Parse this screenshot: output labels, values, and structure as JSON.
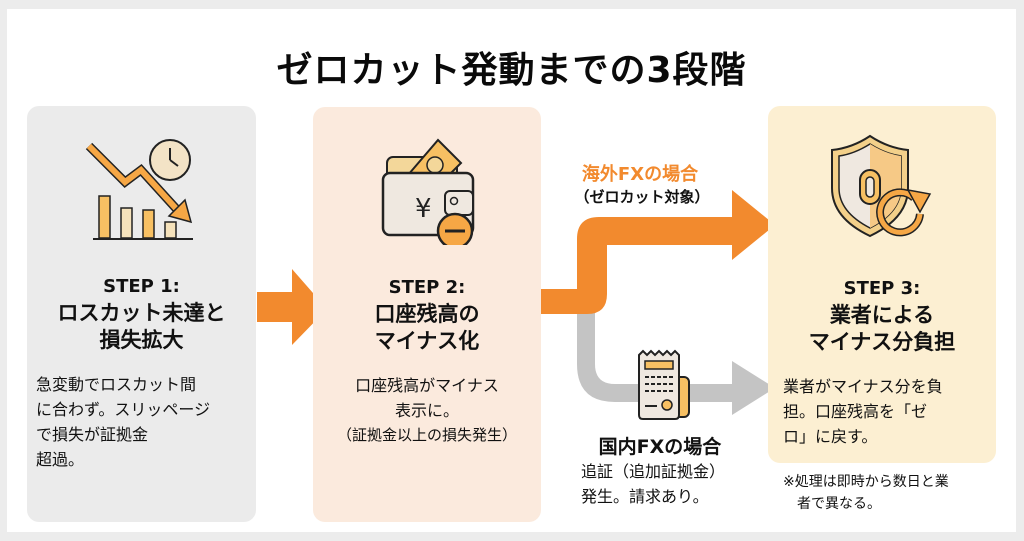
{
  "title": "ゼロカット発動までの3段階",
  "colors": {
    "accent_orange": "#f28a2e",
    "neutral_grey": "#c4c4c4",
    "card1_bg": "#ebebeb",
    "card2_bg": "#fbeadd",
    "card3_bg": "#fcefd2",
    "icon_fill": "#f7c063"
  },
  "steps": [
    {
      "label": "STEP 1:",
      "title_lines": [
        "ロスカット未達と",
        "損失拡大"
      ],
      "desc_lines": [
        "急変動でロスカット間",
        "に合わず。スリッページ",
        "で損失が証拠金",
        "超過。"
      ],
      "icon": "falling-chart-clock-icon"
    },
    {
      "label": "STEP 2:",
      "title_lines": [
        "口座残高の",
        "マイナス化"
      ],
      "desc_lines": [
        "口座残高がマイナス",
        "表示に。",
        "（証拠金以上の損失発生）"
      ],
      "icon": "wallet-minus-icon"
    },
    {
      "label": "STEP 3:",
      "title_lines": [
        "業者による",
        "マイナス分負担"
      ],
      "desc_lines": [
        "業者がマイナス分を負",
        "担。口座残高を「ゼ",
        "ロ」に戻す。"
      ],
      "icon": "shield-zero-reset-icon"
    }
  ],
  "branches": {
    "overseas": {
      "title": "海外FXの場合",
      "subtitle": "（ゼロカット対象）"
    },
    "domestic": {
      "title": "国内FXの場合",
      "desc_lines": [
        "追証（追加証拠金）",
        "発生。請求あり。"
      ],
      "icon": "receipt-icon"
    }
  },
  "note_lines": [
    "※処理は即時から数日と業",
    "者で異なる。"
  ]
}
